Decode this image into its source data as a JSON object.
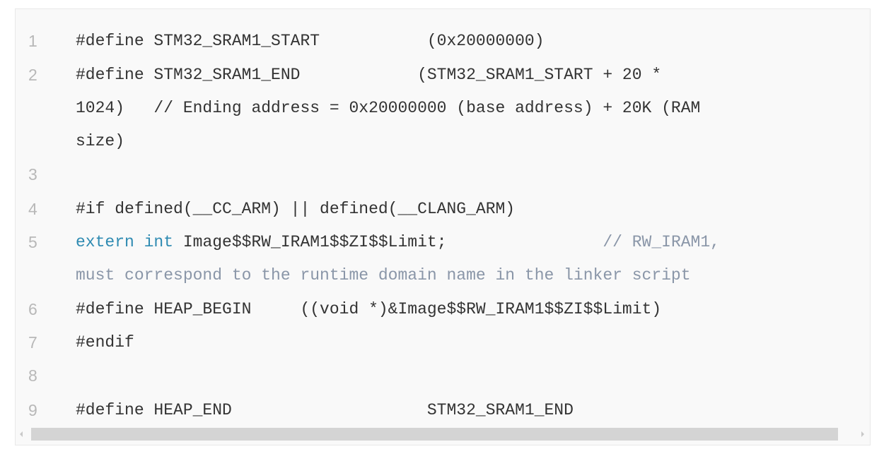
{
  "code": {
    "lines": [
      {
        "num": "1",
        "rows": [
          "#define STM32_SRAM1_START           (0x20000000)"
        ]
      },
      {
        "num": "2",
        "rows": [
          "#define STM32_SRAM1_END            (STM32_SRAM1_START + 20 *",
          "1024)   // Ending address = 0x20000000 (base address) + 20K (RAM",
          "size)"
        ]
      },
      {
        "num": "3",
        "rows": [
          ""
        ]
      },
      {
        "num": "4",
        "rows": [
          "#if defined(__CC_ARM) || defined(__CLANG_ARM)"
        ]
      },
      {
        "num": "5",
        "kw": "extern int",
        "rest": " Image$$RW_IRAM1$$ZI$$Limit;",
        "comment_a": "                // RW_IRAM1,",
        "comment_b": "must correspond to the runtime domain name in the linker script"
      },
      {
        "num": "6",
        "rows": [
          "#define HEAP_BEGIN     ((void *)&Image$$RW_IRAM1$$ZI$$Limit)"
        ]
      },
      {
        "num": "7",
        "rows": [
          "#endif"
        ]
      },
      {
        "num": "8",
        "rows": [
          ""
        ]
      },
      {
        "num": "9",
        "rows": [
          "#define HEAP_END                    STM32_SRAM1_END"
        ]
      }
    ]
  }
}
